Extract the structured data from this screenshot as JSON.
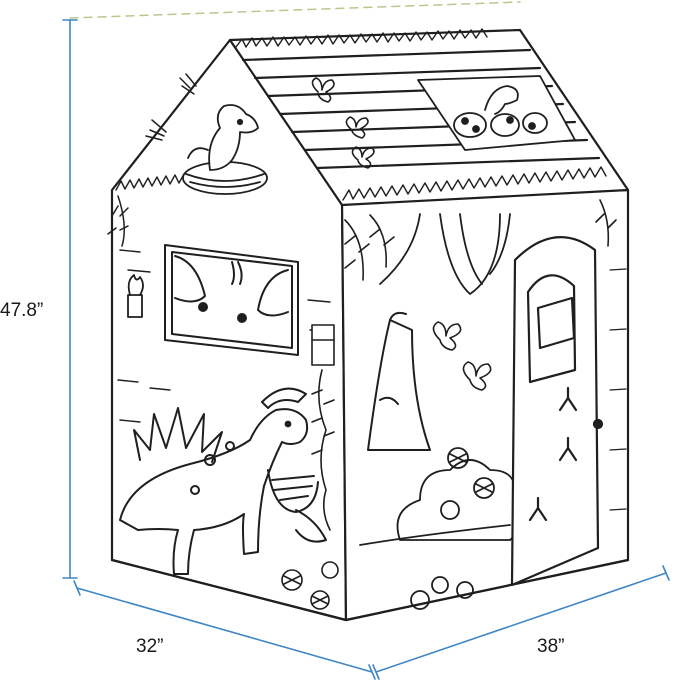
{
  "image": {
    "subject": "cardboard-playhouse-coloring-dinosaur",
    "background": "#ffffff",
    "line_color": "#1f1f1f",
    "dimension_line_color": "#3f86c4",
    "top_guide_color": "#b7c98f"
  },
  "dimensions": {
    "height": "47.8”",
    "width": "32”",
    "depth": "38”"
  }
}
